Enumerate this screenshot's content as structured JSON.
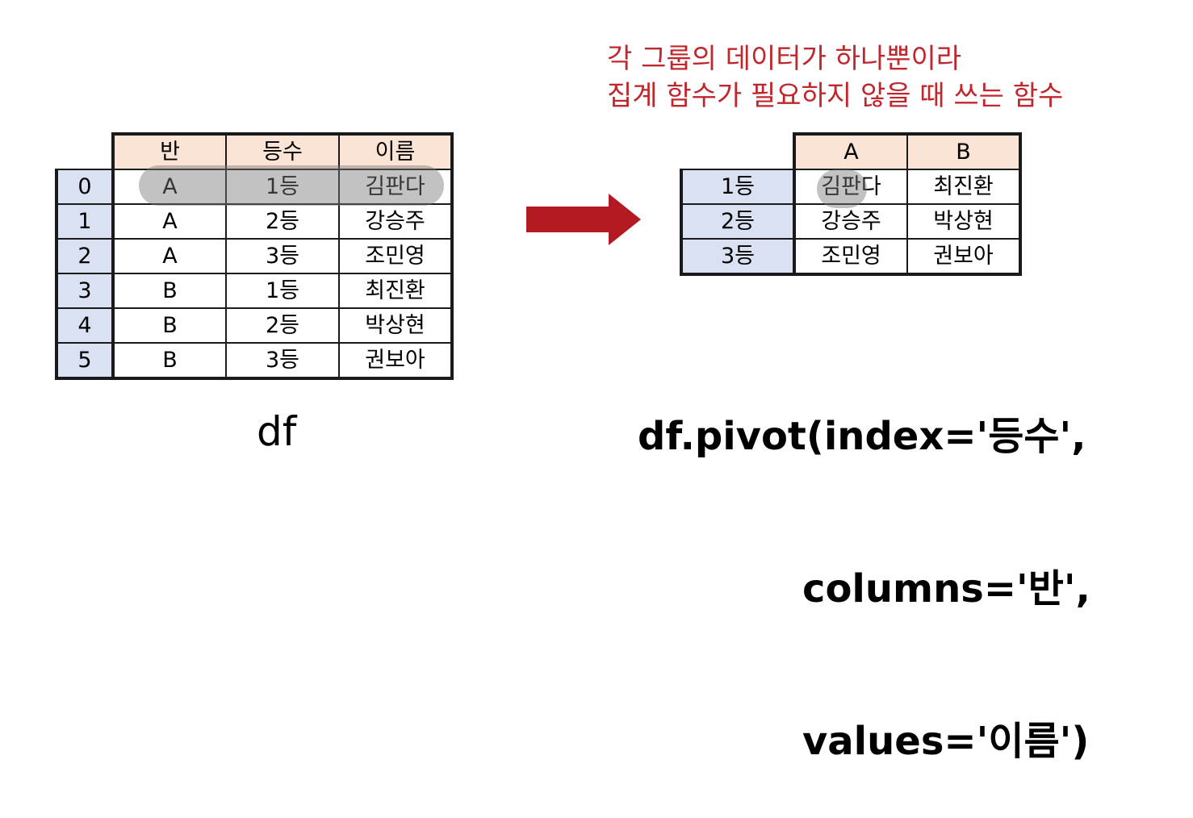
{
  "df": {
    "columns": [
      "반",
      "등수",
      "이름"
    ],
    "rows": [
      {
        "index": "0",
        "cells": [
          "A",
          "1등",
          "김판다"
        ]
      },
      {
        "index": "1",
        "cells": [
          "A",
          "2등",
          "강승주"
        ]
      },
      {
        "index": "2",
        "cells": [
          "A",
          "3등",
          "조민영"
        ]
      },
      {
        "index": "3",
        "cells": [
          "B",
          "1등",
          "최진환"
        ]
      },
      {
        "index": "4",
        "cells": [
          "B",
          "2등",
          "박상현"
        ]
      },
      {
        "index": "5",
        "cells": [
          "B",
          "3등",
          "권보아"
        ]
      }
    ],
    "label": "df"
  },
  "note": {
    "line1": "각 그룹의 데이터가 하나뿐이라",
    "line2": "집계 함수가 필요하지 않을 때 쓰는 함수"
  },
  "pivot": {
    "columns": [
      "A",
      "B"
    ],
    "rows": [
      {
        "index": "1등",
        "cells": [
          "김판다",
          "최진환"
        ]
      },
      {
        "index": "2등",
        "cells": [
          "강승주",
          "박상현"
        ]
      },
      {
        "index": "3등",
        "cells": [
          "조민영",
          "권보아"
        ]
      }
    ]
  },
  "code": {
    "line1": "df.pivot(index='등수',",
    "line2": "columns='반',",
    "line3": "values='이름')"
  },
  "colors": {
    "header_fill": "#fbe3d6",
    "index_fill": "#dae1f2",
    "arrow": "#b31b22",
    "note_text": "#c0272d",
    "highlight": "#8a8a8a"
  },
  "icons": {
    "arrow": "right-arrow-icon"
  }
}
